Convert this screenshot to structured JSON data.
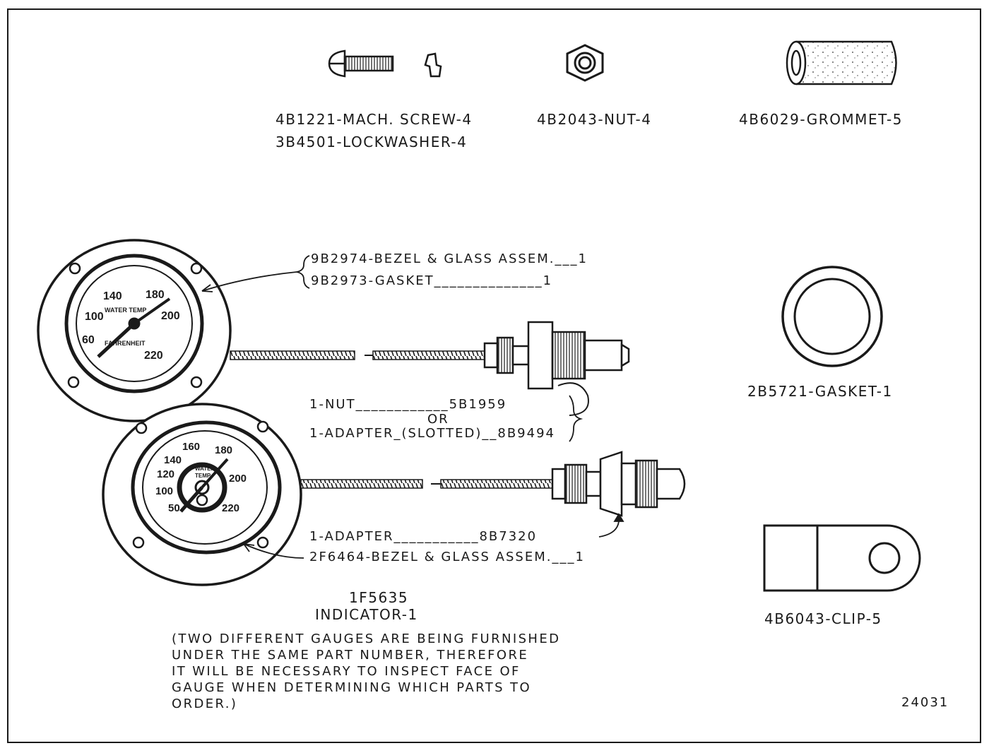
{
  "top_parts": {
    "screw": "4B1221-MACH. SCREW-4",
    "lockwasher": "3B4501-LOCKWASHER-4",
    "nut": "4B2043-NUT-4",
    "grommet": "4B6029-GROMMET-5"
  },
  "bezel_callout": {
    "line1": "9B2974-BEZEL & GLASS ASSEM.___1",
    "line2": "9B2973-GASKET______________1"
  },
  "fitting_callout": {
    "nut": "1-NUT____________5B1959",
    "or": "OR",
    "adapter_slotted": "1-ADAPTER_(SLOTTED)__8B9494"
  },
  "lower_callout": {
    "adapter": "1-ADAPTER___________8B7320",
    "bezel": "2F6464-BEZEL & GLASS ASSEM.___1"
  },
  "indicator": {
    "number": "1F5635",
    "name": "INDICATOR-1"
  },
  "note_lines": [
    "(TWO DIFFERENT GAUGES ARE BEING FURNISHED",
    "UNDER THE SAME PART NUMBER, THEREFORE",
    "IT WILL BE NECESSARY TO INSPECT FACE OF",
    "GAUGE WHEN DETERMINING WHICH PARTS TO",
    "ORDER.)"
  ],
  "right_parts": {
    "gasket": "2B5721-GASKET-1",
    "clip": "4B6043-CLIP-5"
  },
  "figure_number": "24031",
  "gauge1": {
    "ticks": [
      "60",
      "100",
      "140",
      "180",
      "200",
      "220"
    ],
    "face_words": [
      "WATER TEMP",
      "FAHRENHEIT"
    ]
  },
  "gauge2": {
    "ticks": [
      "50",
      "100",
      "120",
      "140",
      "160",
      "180",
      "200",
      "220"
    ],
    "face_words": [
      "WATER",
      "TEMP"
    ]
  }
}
